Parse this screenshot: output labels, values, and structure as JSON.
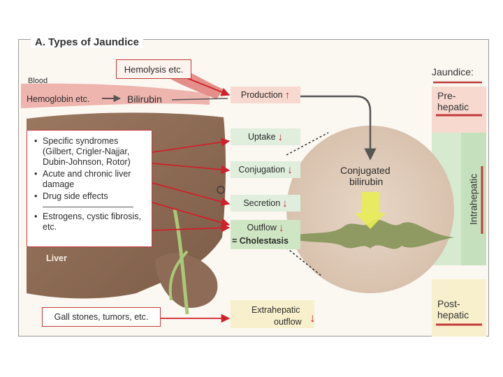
{
  "title": "A. Types of Jaundice",
  "labels": {
    "blood": "Blood",
    "hemoglobin": "Hemoglobin etc.",
    "bilirubin": "Bilirubin",
    "hemolysis": "Hemolysis etc.",
    "liver": "Liver",
    "conjugated_line1": "Conjugated",
    "conjugated_line2": "bilirubin"
  },
  "causes": {
    "items": [
      "Specific syndromes (Gilbert, Crigler-Najjar, Dubin-Johnson, Rotor)",
      "Acute and chronic liver damage",
      "Drug side effects"
    ],
    "extra": "Estrogens, cystic fibrosis, etc.",
    "gallstones": "Gall stones, tumors, etc."
  },
  "steps": {
    "production": "Production",
    "uptake": "Uptake",
    "conjugation": "Conjugation",
    "secretion": "Secretion",
    "outflow": "Outflow",
    "cholestasis": "= Cholestasis",
    "extrahepatic_line1": "Extrahepatic",
    "extrahepatic_line2": "outflow"
  },
  "legend": {
    "heading": "Jaundice:",
    "prehepatic_line1": "Pre-",
    "prehepatic_line2": "hepatic",
    "intrahepatic": "Intrahepatic",
    "posthepatic_line1": "Post-",
    "posthepatic_line2": "hepatic"
  },
  "colors": {
    "arrow_red": "#d0202a",
    "prehepatic": "#f7d9cf",
    "intrahepatic": "#d6ead0",
    "posthepatic": "#f8f0cc",
    "liver": "#8c6a55",
    "vessel": "#e89b96"
  }
}
